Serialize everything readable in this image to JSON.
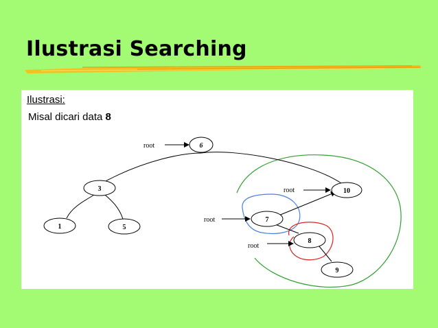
{
  "slide": {
    "title": "Ilustrasi Searching"
  },
  "panel": {
    "heading": "Ilustrasi:",
    "subheading_prefix": "Misal dicari data ",
    "subheading_value": "8"
  },
  "tree": {
    "nodes": {
      "n6": "6",
      "n3": "3",
      "n10": "10",
      "n1": "1",
      "n5": "5",
      "n7": "7",
      "n8": "8",
      "n9": "9"
    },
    "root_labels": [
      "root",
      "root",
      "root",
      "root"
    ]
  },
  "colors": {
    "background": "#a3fb74",
    "highlight_stroke": "#f4c21f",
    "circle_green": "#2ea02e",
    "circle_blue": "#4a7ee0",
    "circle_red": "#e02020"
  }
}
